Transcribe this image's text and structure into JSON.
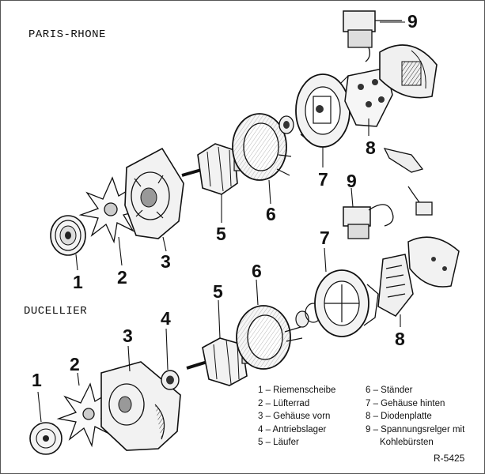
{
  "headings": {
    "top": "PARIS-RHONE",
    "bottom": "DUCELLIER"
  },
  "numbers": {
    "top": {
      "n9": "9",
      "n8": "8",
      "n7": "7",
      "n6": "6",
      "n5": "5",
      "n3": "3",
      "n2": "2",
      "n1": "1",
      "n9b": "9"
    },
    "bottom": {
      "n7": "7",
      "n6": "6",
      "n5": "5",
      "n4": "4",
      "n3": "3",
      "n2": "2",
      "n1": "1",
      "n8": "8"
    }
  },
  "legend": {
    "items": [
      "1 – Riemenscheibe",
      "2 – Lüfterrad",
      "3 – Gehäuse vorn",
      "4 – Antriebslager",
      "5 – Läufer",
      "6 – Ständer",
      "7 – Gehäuse hinten",
      "8 – Diodenplatte",
      "9 – Spannungsrelger mit",
      "Kohlebürsten"
    ]
  },
  "figure_code": "R-5425"
}
